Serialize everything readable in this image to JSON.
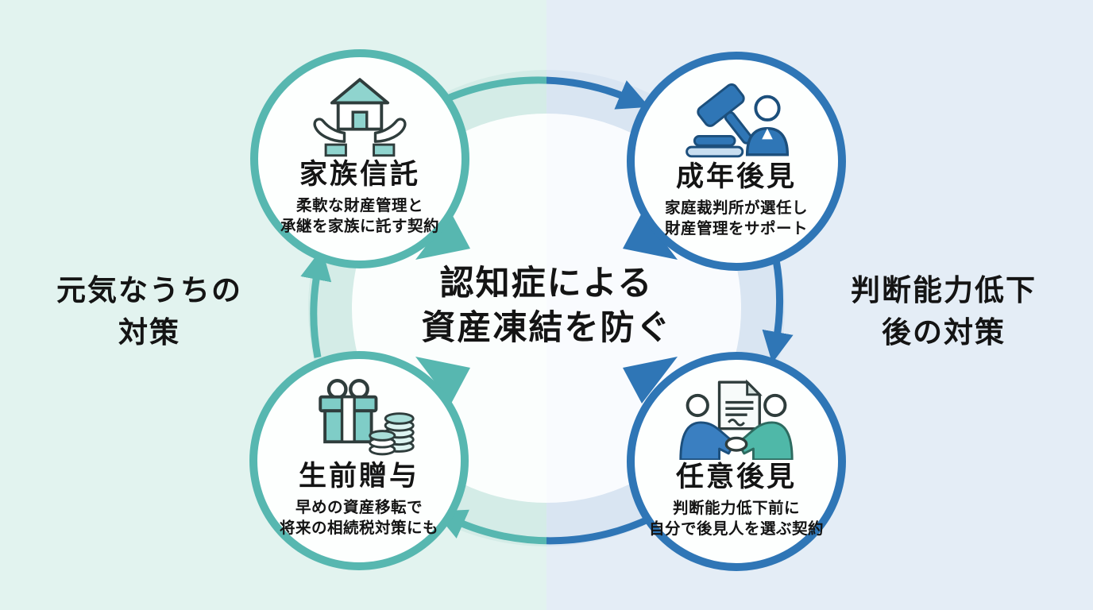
{
  "background": {
    "left_color": "#e2f3ef",
    "right_color": "#e4edf6"
  },
  "center_message": {
    "line1": "認知症による",
    "line2": "資産凍結を防ぐ"
  },
  "side_labels": {
    "left": {
      "line1": "元気なうちの",
      "line2": "対策"
    },
    "right": {
      "line1": "判断能力低下",
      "line2": "後の対策"
    }
  },
  "nodes": [
    {
      "title": "家族信託",
      "desc_line1": "柔軟な財産管理と",
      "desc_line2": "承継を家族に託す契約",
      "icon": "house-in-hands-icon",
      "accent_color": "#57b7b0"
    },
    {
      "title": "成年後見",
      "desc_line1": "家庭裁判所が選任し",
      "desc_line2": "財産管理をサポート",
      "icon": "gavel-and-person-icon",
      "accent_color": "#2f76b6"
    },
    {
      "title": "任意後見",
      "desc_line1": "判断能力低下前に",
      "desc_line2": "自分で後見人を選ぶ契約",
      "icon": "handshake-contract-icon",
      "accent_color": "#2f76b6"
    },
    {
      "title": "生前贈与",
      "desc_line1": "早めの資産移転で",
      "desc_line2": "将来の相続税対策にも",
      "icon": "gift-and-coins-icon",
      "accent_color": "#57b7b0"
    }
  ],
  "cycle": {
    "direction": "clockwise",
    "teal_color": "#57b7b0",
    "blue_color": "#2f76b6"
  }
}
